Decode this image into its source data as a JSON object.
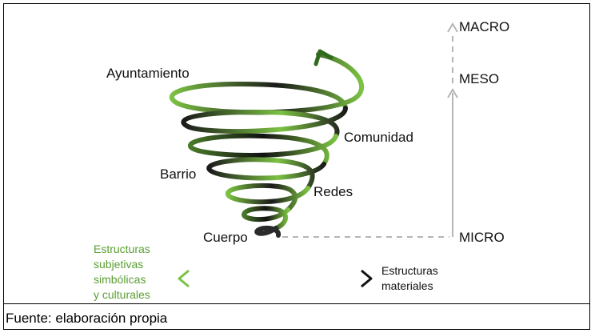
{
  "spiral_labels": {
    "ayuntamiento": "Ayuntamiento",
    "comunidad": "Comunidad",
    "barrio": "Barrio",
    "redes": "Redes",
    "cuerpo": "Cuerpo"
  },
  "scale_labels": {
    "macro": "MACRO",
    "meso": "MESO",
    "micro": "MICRO"
  },
  "axis": {
    "left_lines": [
      "Estructuras",
      "subjetivas",
      "simbólicas",
      "y culturales"
    ],
    "right_lines": [
      "Estructuras",
      "materiales"
    ]
  },
  "caption": "Fuente: elaboración propia",
  "colors": {
    "green": "#7cc243",
    "dark": "#111111",
    "grey_axis": "#b5b5b5",
    "label_green": "#5a9e32"
  }
}
